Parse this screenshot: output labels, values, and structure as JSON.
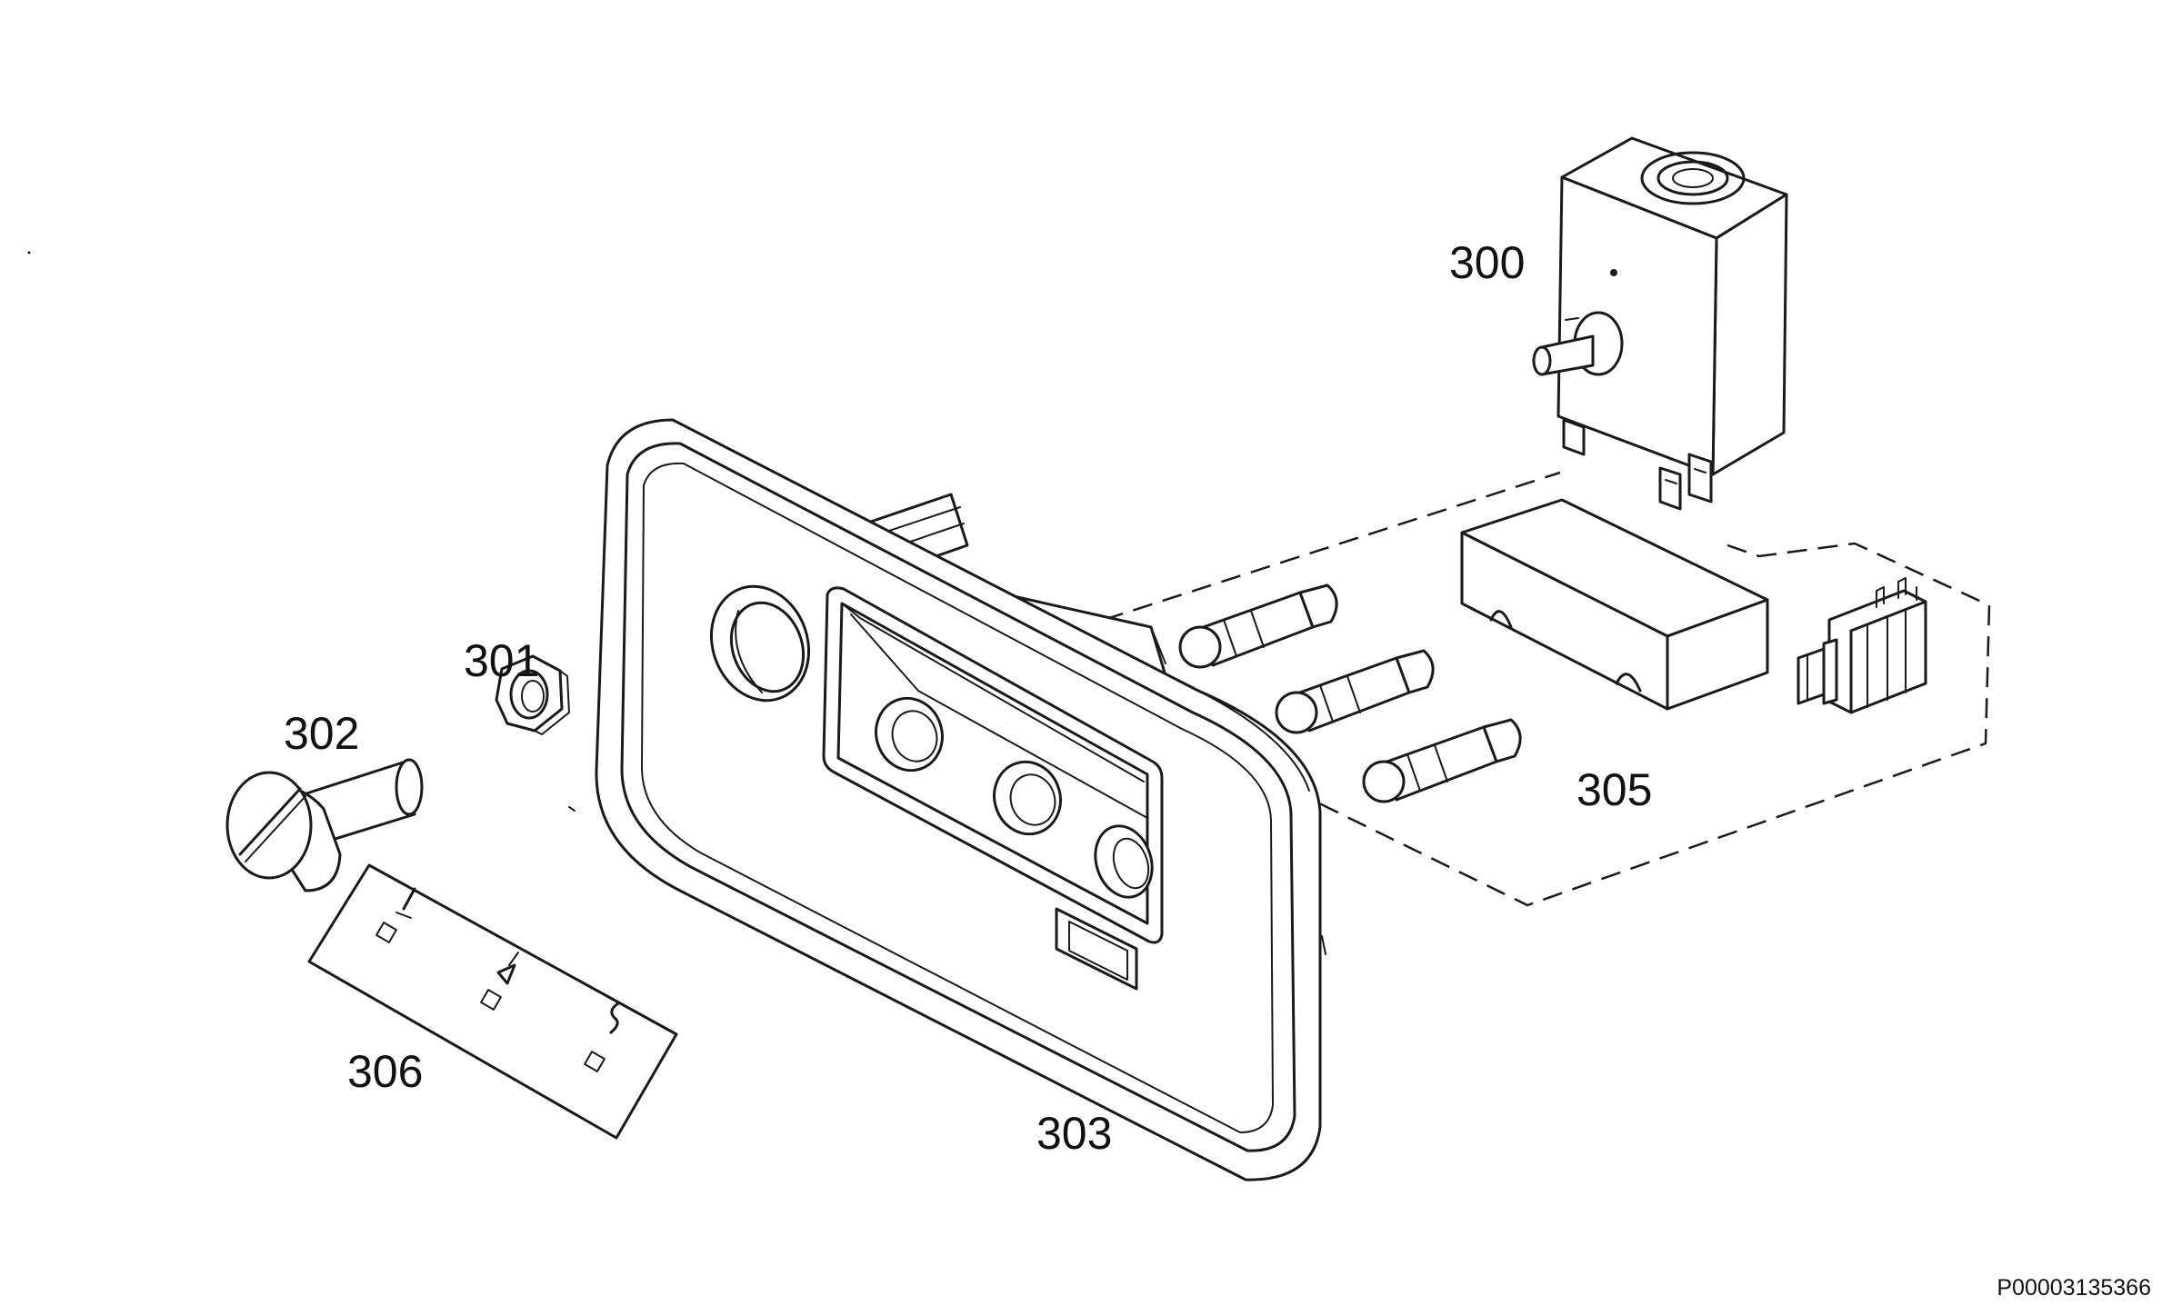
{
  "labels": {
    "p300": "300",
    "p301": "301",
    "p302": "302",
    "p303": "303",
    "p305": "305",
    "p306": "306"
  },
  "document_id": "P00003135366"
}
